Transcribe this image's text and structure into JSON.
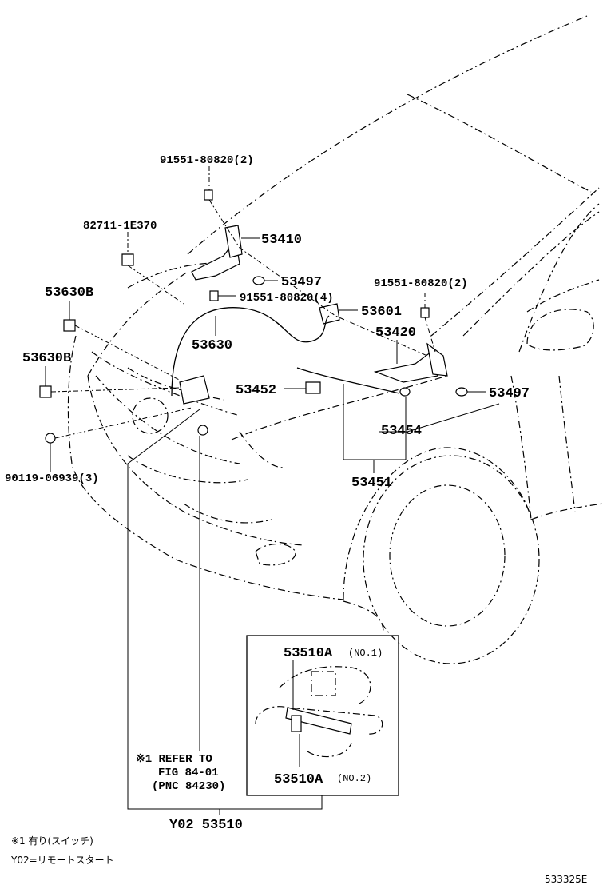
{
  "labels": {
    "bolt_top": "91551-80820(2)",
    "clip_82711": "82711-1E370",
    "hinge_53410": "53410",
    "cushion_53497_left": "53497",
    "bolt_mid": "91551-80820(4)",
    "lock_53601": "53601",
    "bolt_right": "91551-80820(2)",
    "hinge_53420": "53420",
    "clip_53630b_upper": "53630B",
    "clip_53630b_lower": "53630B",
    "cable_53630": "53630",
    "stay_53452": "53452",
    "cushion_53497_right": "53497",
    "rod_53454": "53454",
    "assy_53451": "53451",
    "screw_90119": "90119-06939(3)",
    "detail_upper_part": "53510A",
    "detail_upper_no": "(NO.1)",
    "detail_lower_part": "53510A",
    "detail_lower_no": "(NO.2)",
    "refer_line1": "※1 REFER TO",
    "refer_line2": "FIG 84-01",
    "refer_line3": "(PNC 84230)",
    "main_part": "Y02 53510"
  },
  "notes": {
    "note1": "※1 有り(スイッチ)",
    "note2": "Y02=リモートスタート"
  },
  "figure_code": "533325E"
}
